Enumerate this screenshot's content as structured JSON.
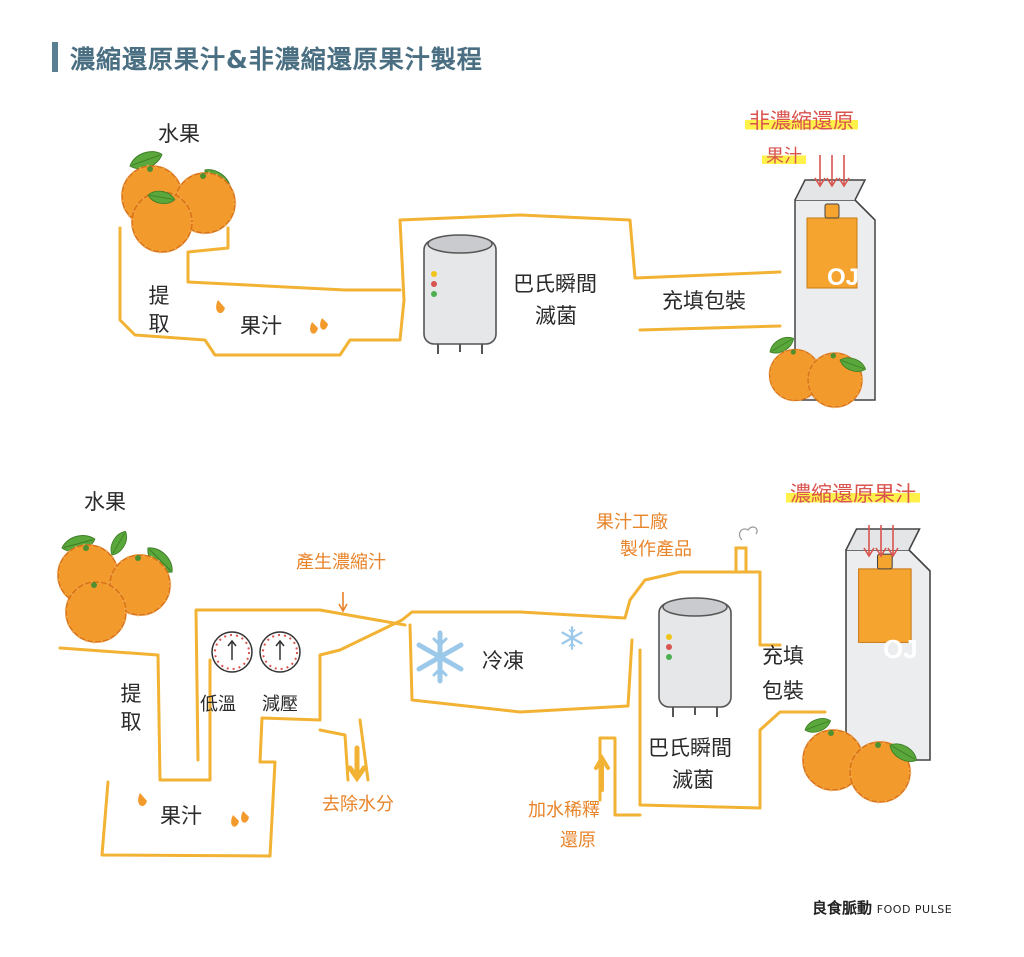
{
  "title": "濃縮還原果汁&非濃縮還原果汁製程",
  "top_process": {
    "fruit": "水果",
    "extract": "提取",
    "juice": "果汁",
    "pasteurize_line1": "巴氏瞬間",
    "pasteurize_line2": "滅菌",
    "fill_pack": "充填包裝",
    "result_line1": "非濃縮還原",
    "result_line2": "果汁"
  },
  "bottom_process": {
    "fruit": "水果",
    "extract": "提取",
    "juice": "果汁",
    "produce_concentrate": "產生濃縮汁",
    "low_temp": "低溫",
    "reduced_pressure": "減壓",
    "remove_water": "去除水分",
    "freeze": "冷凍",
    "factory_line1": "果汁工廠",
    "factory_line2": "製作產品",
    "pasteurize_line1": "巴氏瞬間",
    "pasteurize_line2": "滅菌",
    "fill_line1": "充填",
    "fill_line2": "包裝",
    "dilute_line1": "加水稀釋",
    "dilute_line2": "還原",
    "result": "濃縮還原果汁"
  },
  "carton_label": "OJ",
  "brand": {
    "zh": "良食脈動",
    "en": "FOOD PULSE"
  },
  "colors": {
    "pipe": "#f2b233",
    "orange_text": "#e8842a",
    "orange_fruit": "#f39a2c",
    "leaf": "#5aa83c",
    "highlight": "#fff04a",
    "arrow_red": "#d9534f",
    "title": "#4a6f82",
    "snow": "#9cc9ea"
  }
}
